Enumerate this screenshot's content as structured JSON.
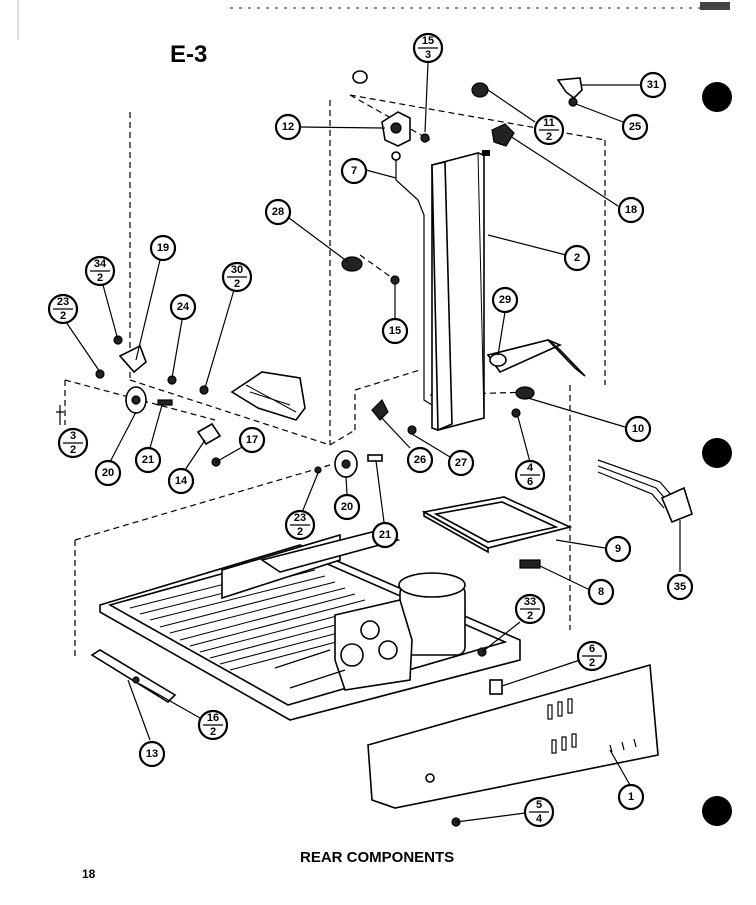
{
  "diagram": {
    "section_label": "E-3",
    "caption": "REAR COMPONENTS",
    "page_number": "18",
    "callouts": [
      {
        "id": "c1",
        "top": "1"
      },
      {
        "id": "c2",
        "top": "2"
      },
      {
        "id": "c7",
        "top": "7"
      },
      {
        "id": "c8",
        "top": "8"
      },
      {
        "id": "c9",
        "top": "9"
      },
      {
        "id": "c10",
        "top": "10"
      },
      {
        "id": "c12",
        "top": "12"
      },
      {
        "id": "c13",
        "top": "13"
      },
      {
        "id": "c14",
        "top": "14"
      },
      {
        "id": "c15",
        "top": "15"
      },
      {
        "id": "c17",
        "top": "17"
      },
      {
        "id": "c18",
        "top": "18"
      },
      {
        "id": "c19",
        "top": "19"
      },
      {
        "id": "c20a",
        "top": "20"
      },
      {
        "id": "c20b",
        "top": "20"
      },
      {
        "id": "c21a",
        "top": "21"
      },
      {
        "id": "c21b",
        "top": "21"
      },
      {
        "id": "c24",
        "top": "24"
      },
      {
        "id": "c25",
        "top": "25"
      },
      {
        "id": "c26",
        "top": "26"
      },
      {
        "id": "c27",
        "top": "27"
      },
      {
        "id": "c28",
        "top": "28"
      },
      {
        "id": "c29",
        "top": "29"
      },
      {
        "id": "c31",
        "top": "31"
      },
      {
        "id": "c35",
        "top": "35"
      },
      {
        "id": "f15_3",
        "top": "15",
        "bottom": "3"
      },
      {
        "id": "f11_2",
        "top": "11",
        "bottom": "2"
      },
      {
        "id": "f34_2",
        "top": "34",
        "bottom": "2"
      },
      {
        "id": "f30_2",
        "top": "30",
        "bottom": "2"
      },
      {
        "id": "f23_2a",
        "top": "23",
        "bottom": "2"
      },
      {
        "id": "f23_2b",
        "top": "23",
        "bottom": "2"
      },
      {
        "id": "f3_2",
        "top": "3",
        "bottom": "2"
      },
      {
        "id": "f4_6",
        "top": "4",
        "bottom": "6"
      },
      {
        "id": "f33_2",
        "top": "33",
        "bottom": "2"
      },
      {
        "id": "f6_2",
        "top": "6",
        "bottom": "2"
      },
      {
        "id": "f16_2",
        "top": "16",
        "bottom": "2"
      },
      {
        "id": "f5_4",
        "top": "5",
        "bottom": "4"
      }
    ]
  }
}
